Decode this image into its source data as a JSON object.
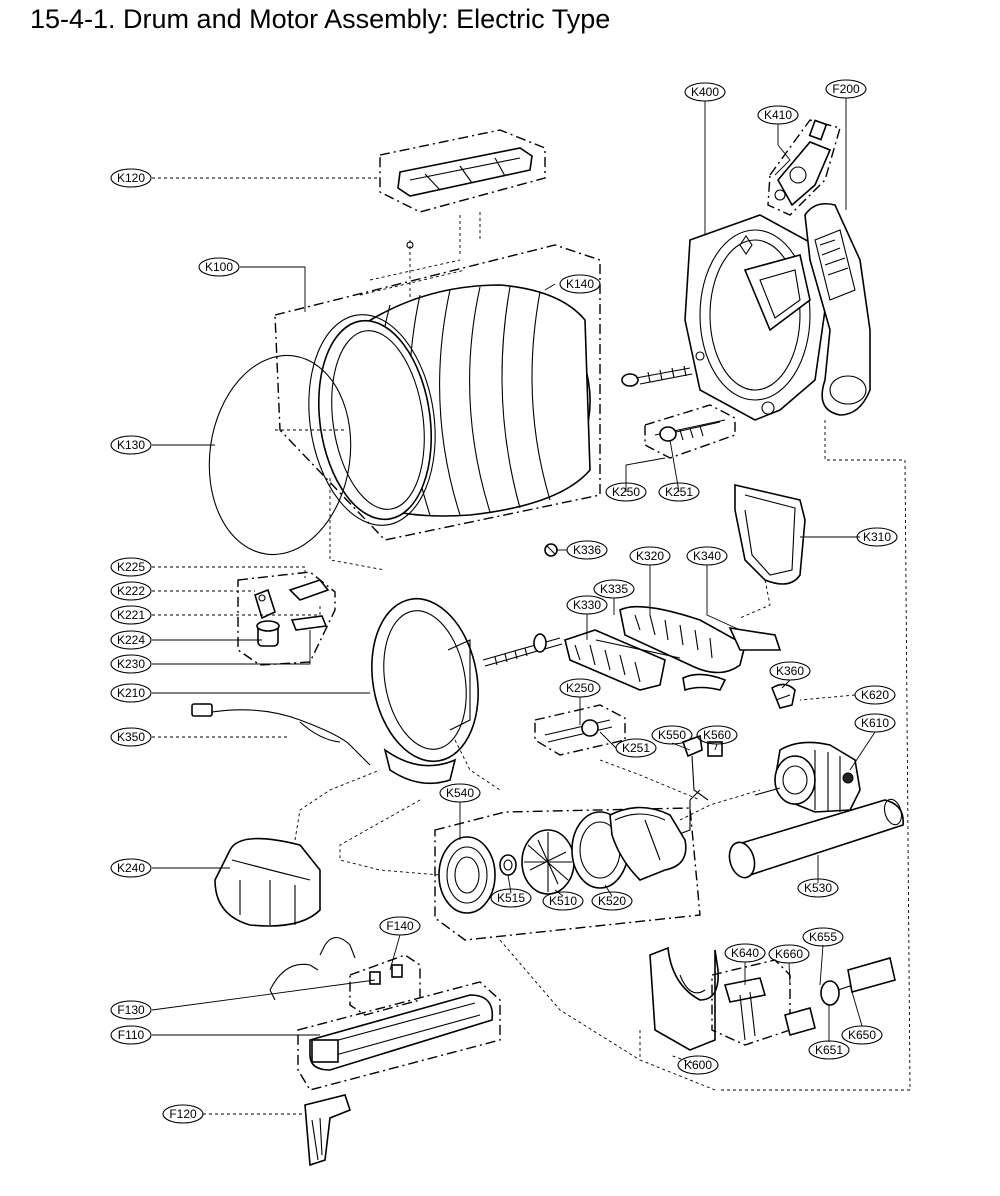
{
  "title": "15-4-1. Drum and Motor Assembly: Electric Type",
  "callouts": {
    "K100": "K100",
    "K120": "K120",
    "K130": "K130",
    "K140": "K140",
    "K210": "K210",
    "K221": "K221",
    "K222": "K222",
    "K224": "K224",
    "K225": "K225",
    "K230": "K230",
    "K240": "K240",
    "K250a": "K250",
    "K251a": "K251",
    "K250b": "K250",
    "K251b": "K251",
    "K310": "K310",
    "K320": "K320",
    "K330": "K330",
    "K335": "K335",
    "K336": "K336",
    "K340": "K340",
    "K350": "K350",
    "K360": "K360",
    "K400": "K400",
    "K410": "K410",
    "K510": "K510",
    "K515": "K515",
    "K520": "K520",
    "K530": "K530",
    "K540": "K540",
    "K550": "K550",
    "K560": "K560",
    "K600": "K600",
    "K610": "K610",
    "K620": "K620",
    "K640": "K640",
    "K650": "K650",
    "K651": "K651",
    "K655": "K655",
    "K660": "K660",
    "F110": "F110",
    "F120": "F120",
    "F130": "F130",
    "F140": "F140",
    "F200": "F200"
  }
}
